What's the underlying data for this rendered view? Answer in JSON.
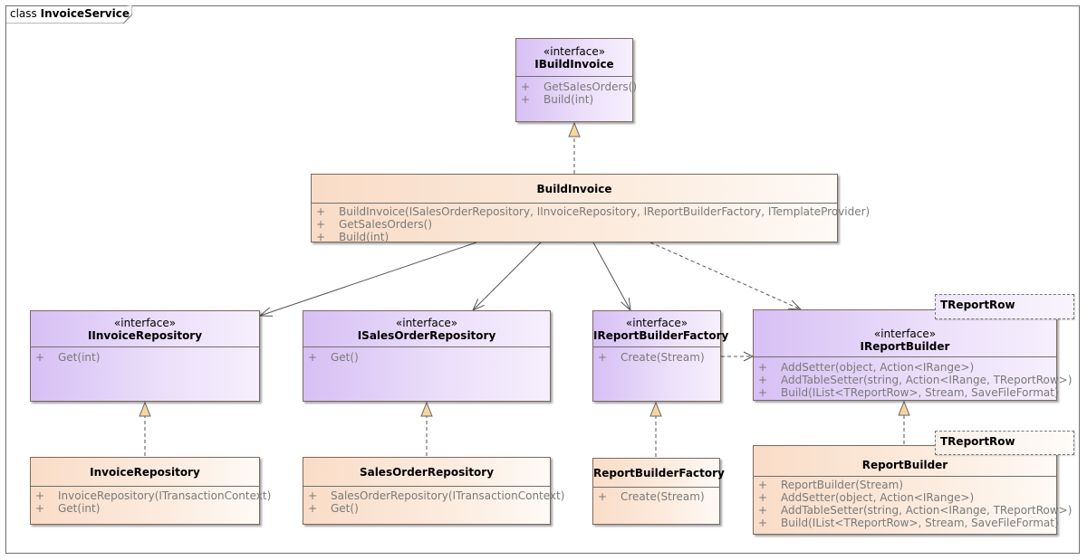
{
  "frame": {
    "keyword": "class",
    "name": "InvoiceService"
  },
  "classes": {
    "ibuildinvoice": {
      "stereotype": "«interface»",
      "name": "IBuildInvoice",
      "operations": [
        {
          "vis": "+",
          "sig": "GetSalesOrders()"
        },
        {
          "vis": "+",
          "sig": "Build(int)"
        }
      ]
    },
    "buildinvoice": {
      "name": "BuildInvoice",
      "operations": [
        {
          "vis": "+",
          "sig": "BuildInvoice(ISalesOrderRepository, IInvoiceRepository, IReportBuilderFactory, ITemplateProvider)"
        },
        {
          "vis": "+",
          "sig": "GetSalesOrders()"
        },
        {
          "vis": "+",
          "sig": "Build(int)"
        }
      ]
    },
    "iinvoicerepository": {
      "stereotype": "«interface»",
      "name": "IInvoiceRepository",
      "operations": [
        {
          "vis": "+",
          "sig": "Get(int)"
        }
      ]
    },
    "isalesorderrepository": {
      "stereotype": "«interface»",
      "name": "ISalesOrderRepository",
      "operations": [
        {
          "vis": "+",
          "sig": "Get()"
        }
      ]
    },
    "ireportbuilderfactory": {
      "stereotype": "«interface»",
      "name": "IReportBuilderFactory",
      "operations": [
        {
          "vis": "+",
          "sig": "Create(Stream)"
        }
      ]
    },
    "ireportbuilder": {
      "stereotype": "«interface»",
      "name": "IReportBuilder",
      "template_param": "TReportRow",
      "operations": [
        {
          "vis": "+",
          "sig": "AddSetter(object, Action<IRange>)"
        },
        {
          "vis": "+",
          "sig": "AddTableSetter(string, Action<IRange, TReportRow>)"
        },
        {
          "vis": "+",
          "sig": "Build(IList<TReportRow>, Stream, SaveFileFormat)"
        }
      ]
    },
    "invoicerepository": {
      "name": "InvoiceRepository",
      "operations": [
        {
          "vis": "+",
          "sig": "InvoiceRepository(ITransactionContext)"
        },
        {
          "vis": "+",
          "sig": "Get(int)"
        }
      ]
    },
    "salesorderrepository": {
      "name": "SalesOrderRepository",
      "operations": [
        {
          "vis": "+",
          "sig": "SalesOrderRepository(ITransactionContext)"
        },
        {
          "vis": "+",
          "sig": "Get()"
        }
      ]
    },
    "reportbuilderfactory": {
      "name": "ReportBuilderFactory",
      "operations": [
        {
          "vis": "+",
          "sig": "Create(Stream)"
        }
      ]
    },
    "reportbuilder": {
      "name": "ReportBuilder",
      "template_param": "TReportRow",
      "operations": [
        {
          "vis": "+",
          "sig": "ReportBuilder(Stream)"
        },
        {
          "vis": "+",
          "sig": "AddSetter(object, Action<IRange>)"
        },
        {
          "vis": "+",
          "sig": "AddTableSetter(string, Action<IRange, TReportRow>)"
        },
        {
          "vis": "+",
          "sig": "Build(IList<TReportRow>, Stream, SaveFileFormat)"
        }
      ]
    }
  },
  "relations": [
    {
      "type": "realization",
      "from": "BuildInvoice",
      "to": "IBuildInvoice"
    },
    {
      "type": "association",
      "from": "BuildInvoice",
      "to": "IInvoiceRepository"
    },
    {
      "type": "association",
      "from": "BuildInvoice",
      "to": "ISalesOrderRepository"
    },
    {
      "type": "association",
      "from": "BuildInvoice",
      "to": "IReportBuilderFactory"
    },
    {
      "type": "dependency",
      "from": "BuildInvoice",
      "to": "IReportBuilder"
    },
    {
      "type": "dependency",
      "from": "IReportBuilderFactory",
      "to": "IReportBuilder"
    },
    {
      "type": "realization",
      "from": "InvoiceRepository",
      "to": "IInvoiceRepository"
    },
    {
      "type": "realization",
      "from": "SalesOrderRepository",
      "to": "ISalesOrderRepository"
    },
    {
      "type": "realization",
      "from": "ReportBuilderFactory",
      "to": "IReportBuilderFactory"
    },
    {
      "type": "realization",
      "from": "ReportBuilder",
      "to": "IReportBuilder"
    }
  ],
  "colors": {
    "interface_fill": "#d7bff4",
    "class_fill": "#f9dcc7",
    "operation_text": "#7a7a7a",
    "realization_arrow": "#f5d6a0"
  }
}
